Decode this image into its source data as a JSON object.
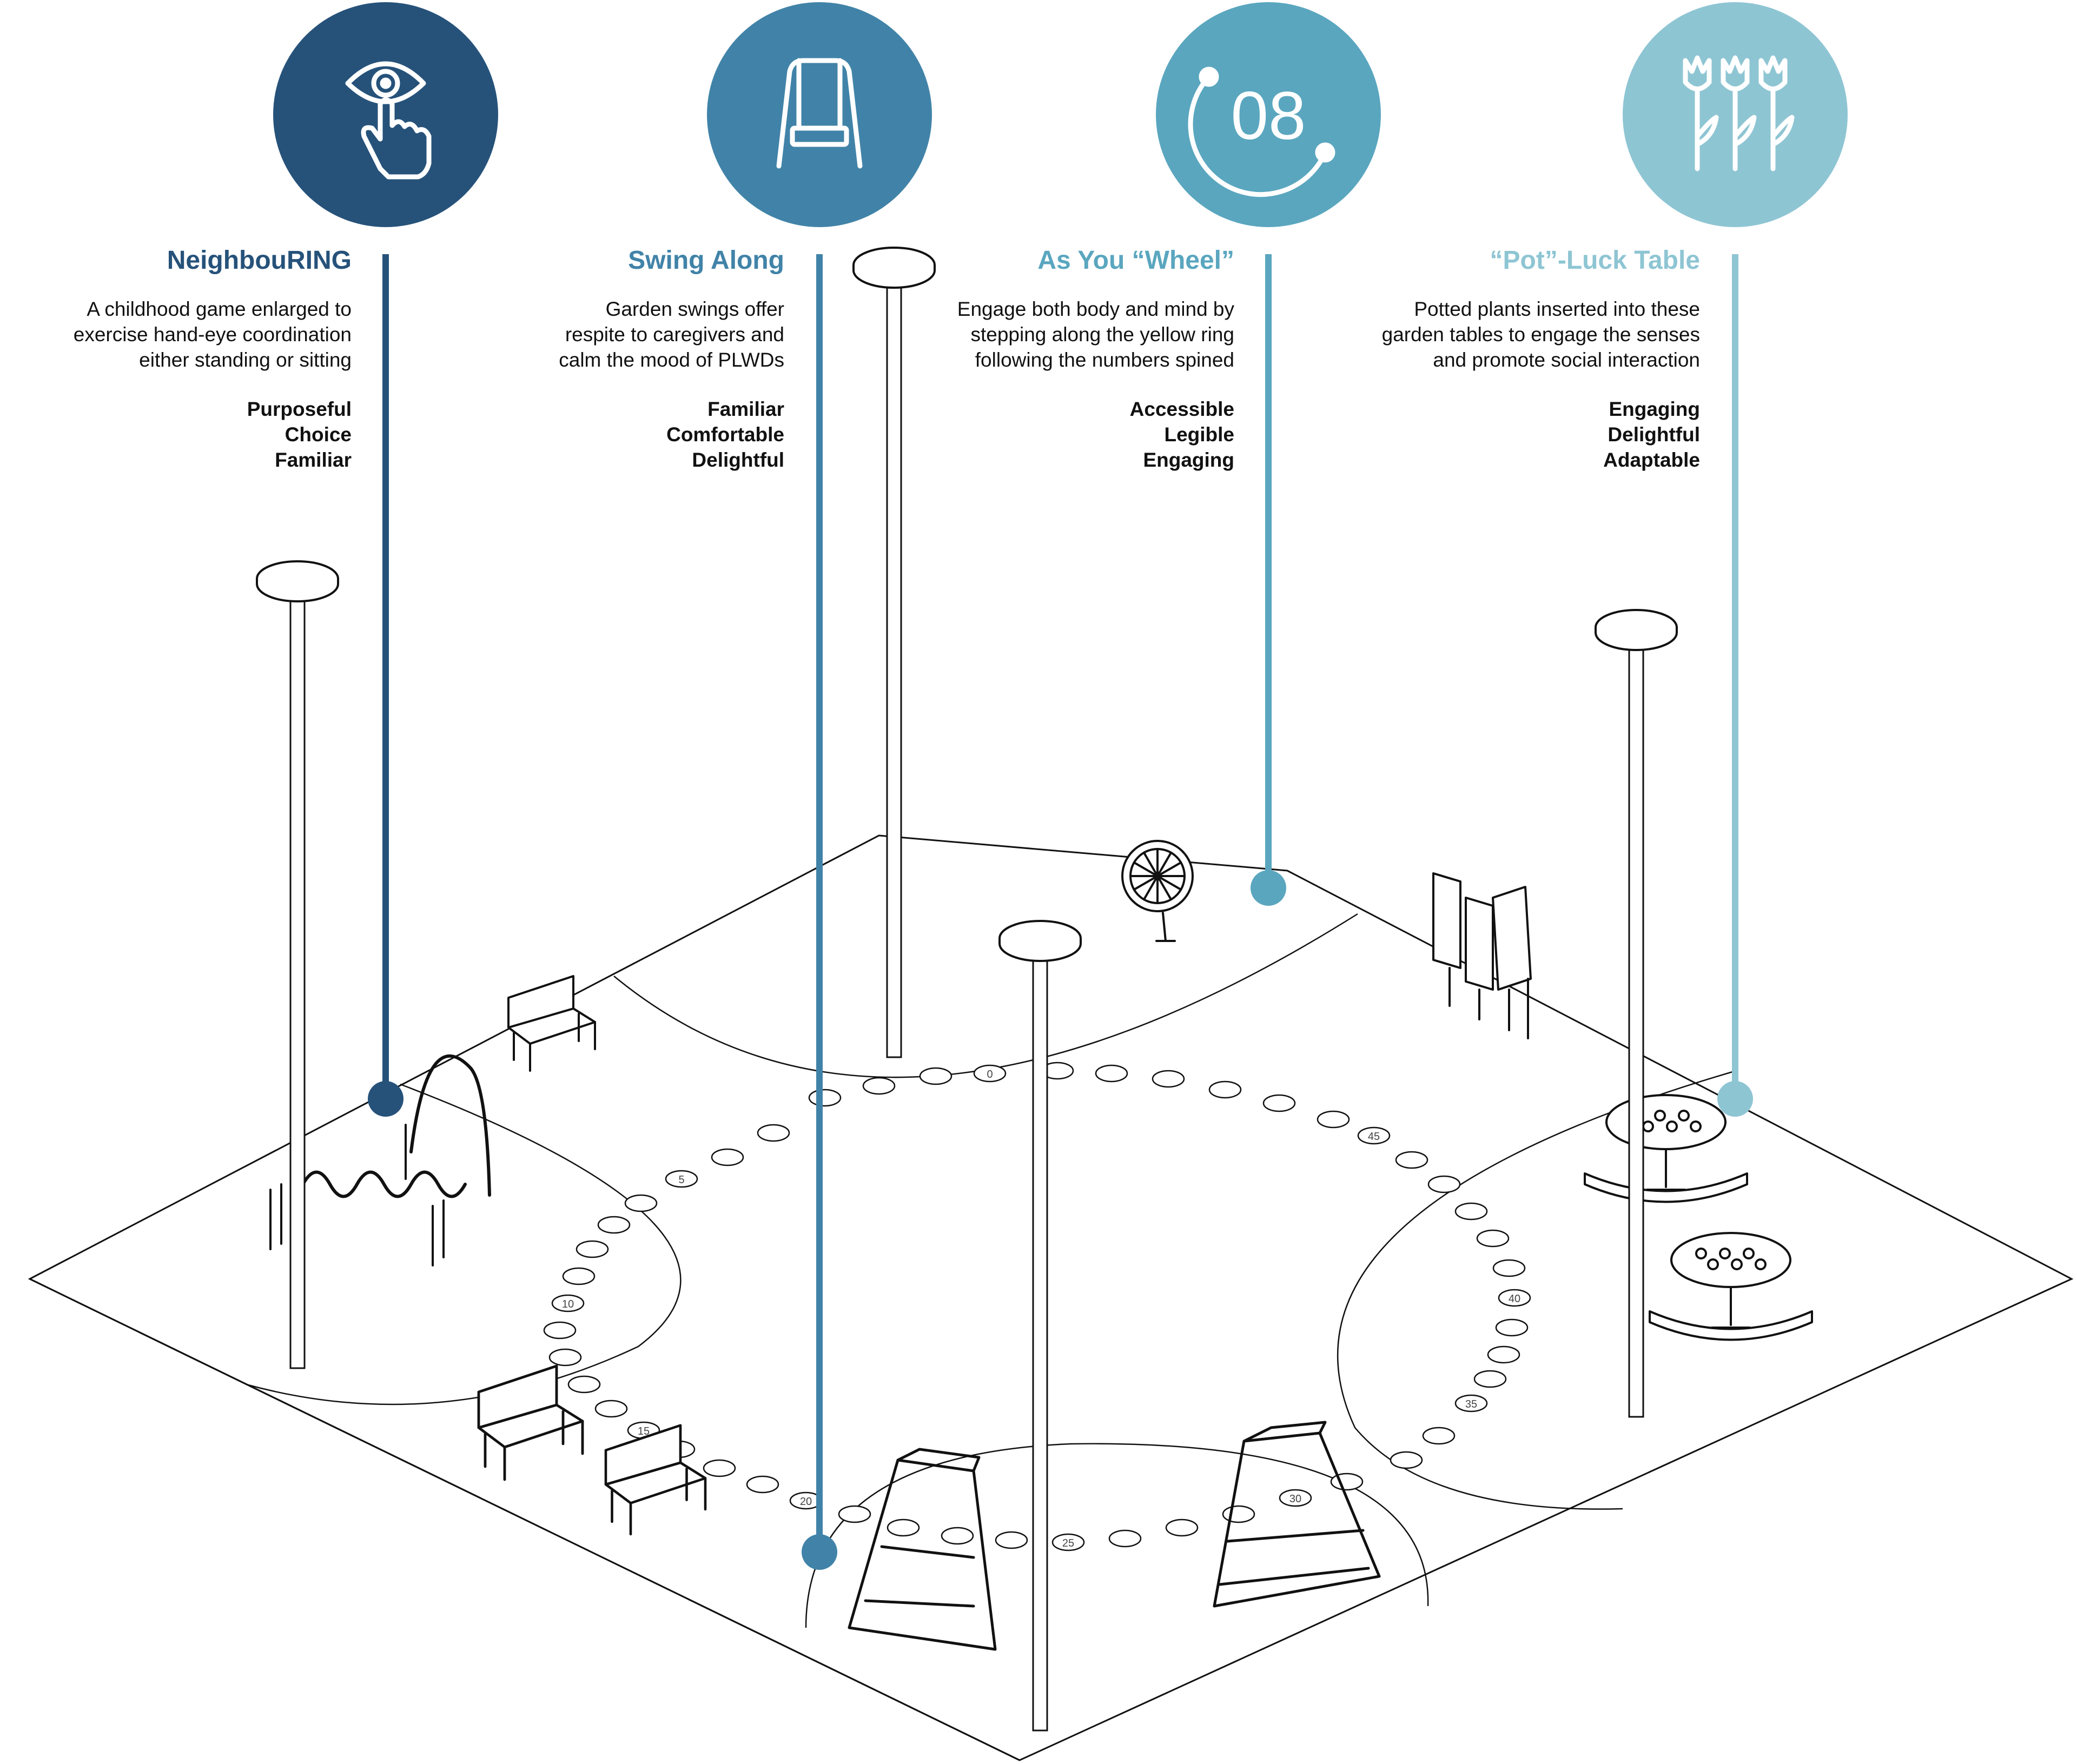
{
  "colors": {
    "navy": "#26527a",
    "steel": "#4183a8",
    "teal": "#5aa6bf",
    "light": "#8ec5d3"
  },
  "features": [
    {
      "title": "NeighbouRING",
      "icon": "eye-pointer-icon",
      "description": "A childhood game enlarged to\nexercise hand-eye coordination\neither standing or sitting",
      "qualities": [
        "Purposeful",
        "Choice",
        "Familiar"
      ]
    },
    {
      "title": "Swing Along",
      "icon": "swing-icon",
      "description": "Garden swings offer\nrespite to caregivers and\ncalm the mood of PLWDs",
      "qualities": [
        "Familiar",
        "Comfortable",
        "Delightful"
      ]
    },
    {
      "title": "As You “Wheel”",
      "icon": "number-wheel-icon",
      "icon_text": "08",
      "description": "Engage both body and mind by\nstepping along the yellow ring\nfollowing the numbers spined",
      "qualities": [
        "Accessible",
        "Legible",
        "Engaging"
      ]
    },
    {
      "title": "“Pot”-Luck Table",
      "icon": "tulips-icon",
      "description": "Potted plants inserted into these\ngarden tables to engage the senses\nand promote social interaction",
      "qualities": [
        "Engaging",
        "Delightful",
        "Adaptable"
      ]
    }
  ],
  "stepping_stone_numbers": [
    "5",
    "10",
    "15",
    "20",
    "25",
    "30",
    "35",
    "40",
    "45",
    "0"
  ]
}
